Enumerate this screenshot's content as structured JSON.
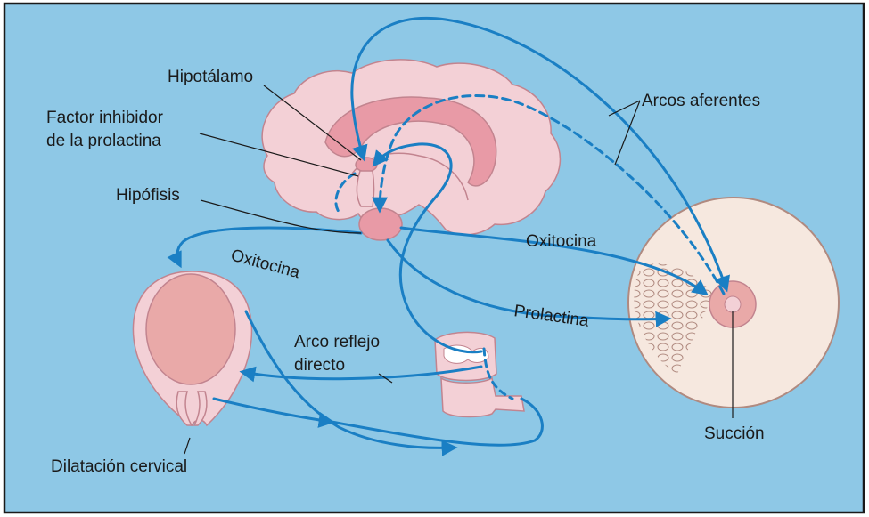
{
  "labels": {
    "hipotalamo": "Hipotálamo",
    "factor_line1": "Factor inhibidor",
    "factor_line2": "de la prolactina",
    "hipofisis": "Hipófisis",
    "oxitocina_left": "Oxitocina",
    "oxitocina_right": "Oxitocina",
    "prolactina": "Prolactina",
    "arcos_aferentes": "Arcos aferentes",
    "arco_reflejo_line1": "Arco reflejo",
    "arco_reflejo_line2": "directo",
    "succion": "Succión",
    "dilatacion": "Dilatación cervical"
  },
  "colors": {
    "background": "#8ec8e6",
    "frame": "#1a1a1a",
    "arrow": "#1a7fc4",
    "tissue": "#f3d0d6",
    "tissue_dark": "#e89aa6",
    "tissue_outline": "#c2848f",
    "breast": "#f6e8df"
  }
}
